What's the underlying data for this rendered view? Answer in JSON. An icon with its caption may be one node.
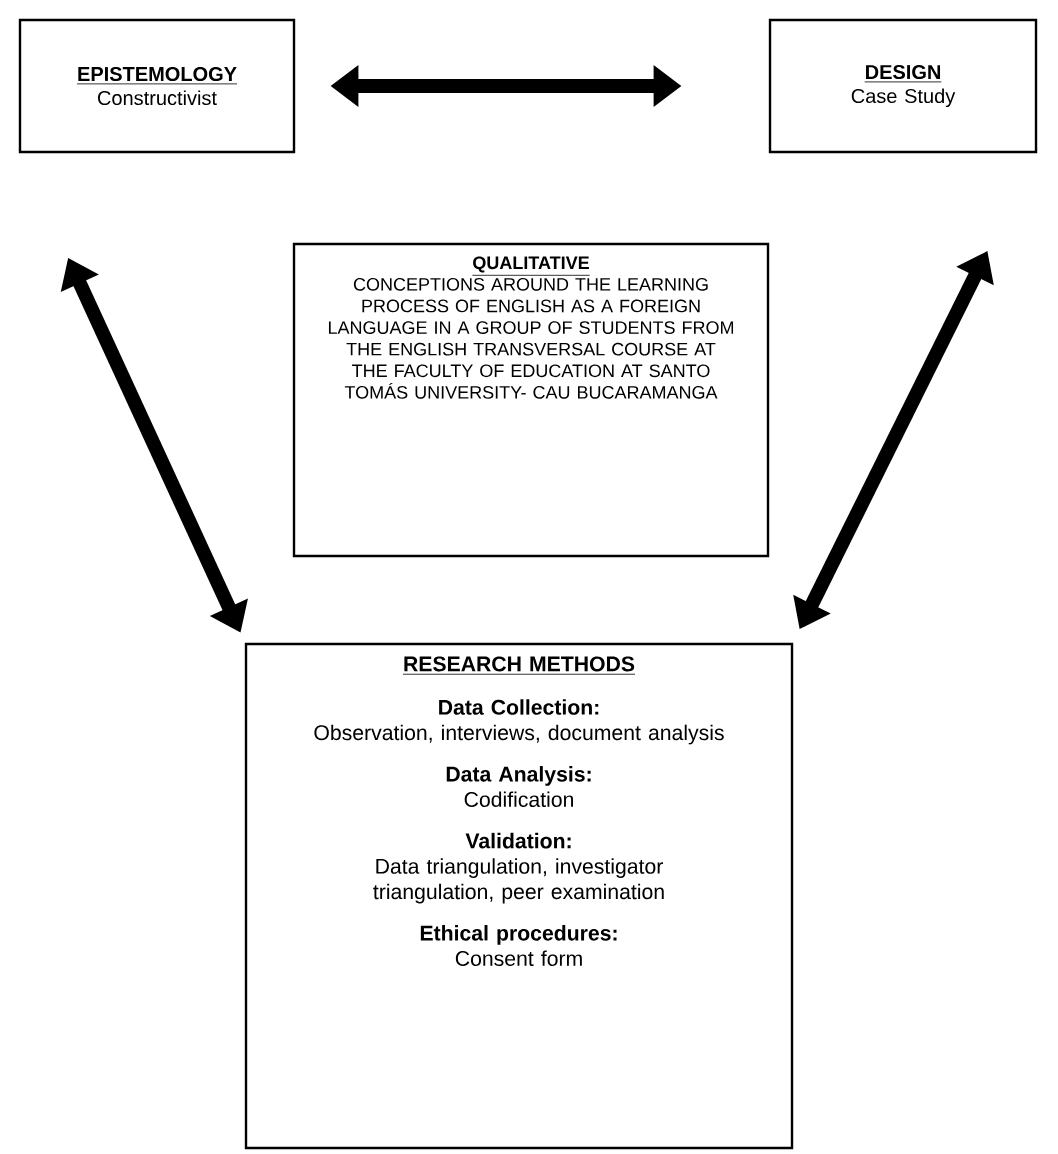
{
  "diagram": {
    "nodes": [
      {
        "text": [
          "EPISTEMOLOGY",
          "Constructivist"
        ]
      },
      {
        "text": [
          "DESIGN",
          "Case Study"
        ]
      },
      {
        "text": [
          "QUALITATIVE",
          "CONCEPTIONS AROUND THE LEARNING PROCESS OF ENGLISH AS A FOREIGN LANGUAGE IN A GROUP OF STUDENTS FROM THE ENGLISH TRANSVERSAL COURSE AT THE FACULTY OF EDUCATION AT SANTO TOMÁS UNIVERSITY- CAU BUCARAMANGA"
        ]
      },
      {
        "text": [
          "RESEARCH METHODS",
          "Data Collection:",
          "Observation, interviews, document analysis",
          "Data Analysis:",
          "Codification",
          "Validation:",
          "Data triangulation, investigator triangulation, peer examination",
          "Ethical procedures:",
          "Consent form"
        ]
      }
    ],
    "edges": [
      {
        "from": 0,
        "to": 1,
        "arrow": "both"
      },
      {
        "from": 0,
        "to": 3,
        "arrow": "both"
      },
      {
        "from": 1,
        "to": 3,
        "arrow": "both"
      }
    ]
  }
}
